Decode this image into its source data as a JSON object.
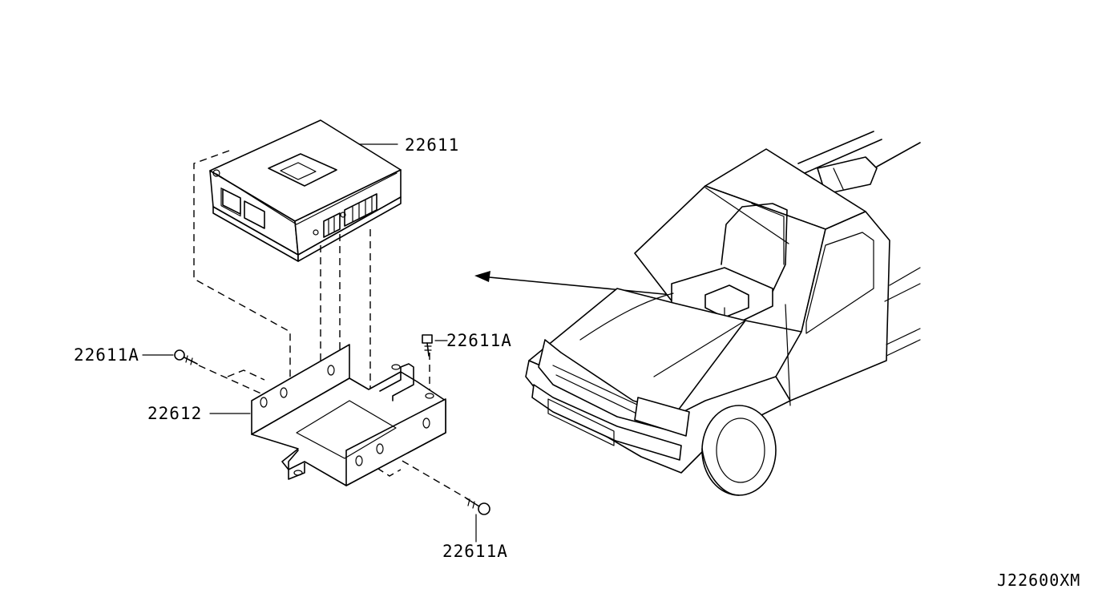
{
  "labels": {
    "ecm": "22611",
    "screw_top": "22611A",
    "screw_left": "22611A",
    "bracket": "22612",
    "screw_bottom": "22611A",
    "diagram_code": "J22600XM"
  }
}
